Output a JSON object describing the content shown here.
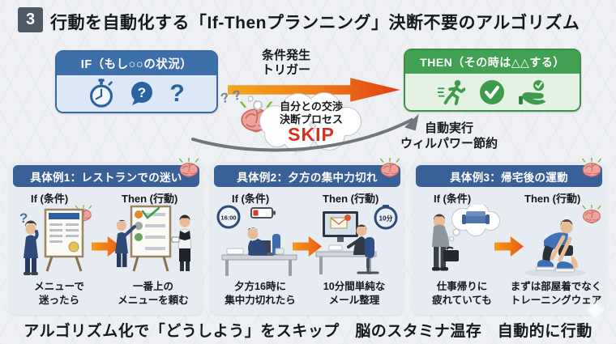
{
  "title": {
    "number": "3",
    "text": "行動を自動化する「If-Thenプランニング」決断不要のアルゴリズム"
  },
  "flow": {
    "if_header": "IF（もし○○の状況）",
    "then_header": "THEN（その時は△△する）",
    "trigger_line1": "条件発生",
    "trigger_line2": "トリガー",
    "bubble_line1": "自分との交渉",
    "bubble_line2": "決断プロセス",
    "skip": "SKIP",
    "question_marks": "? ?",
    "auto_line1": "自動実行",
    "auto_line2": "ウィルパワー節約"
  },
  "examples": [
    {
      "header": "具体例1：レストランでの迷い",
      "if_label": "If (条件)",
      "then_label": "Then (行動)",
      "if_caption1": "メニューで",
      "if_caption2": "迷ったら",
      "then_caption1": "一番上の",
      "then_caption2": "メニューを頼む"
    },
    {
      "header": "具体例2：夕方の集中力切れ",
      "if_label": "If (条件)",
      "then_label": "Then (行動)",
      "if_badge": "16:00",
      "then_badge": "10分",
      "if_caption1": "夕方16時に",
      "if_caption2": "集中力切れたら",
      "then_caption1": "10分間単純な",
      "then_caption2": "メール整理"
    },
    {
      "header": "具体例3：帰宅後の運動",
      "if_label": "If (条件)",
      "then_label": "Then (行動)",
      "if_caption1": "仕事帰りに",
      "if_caption2": "疲れていても",
      "then_caption1": "まずは部屋着でなく",
      "then_caption2": "トレーニングウェア"
    }
  ],
  "footer": "アルゴリズム化で「どうしよう」をスキップ　脳のスタミナ温存　自動的に行動",
  "colors": {
    "if_blue": "#3d6fa8",
    "then_green": "#41a051",
    "panel_header_blue": "#3a6098",
    "arrow_orange_start": "#f2a81d",
    "arrow_orange_end": "#e24014",
    "skip_red": "#d7301f",
    "background": "#eef0f3"
  }
}
